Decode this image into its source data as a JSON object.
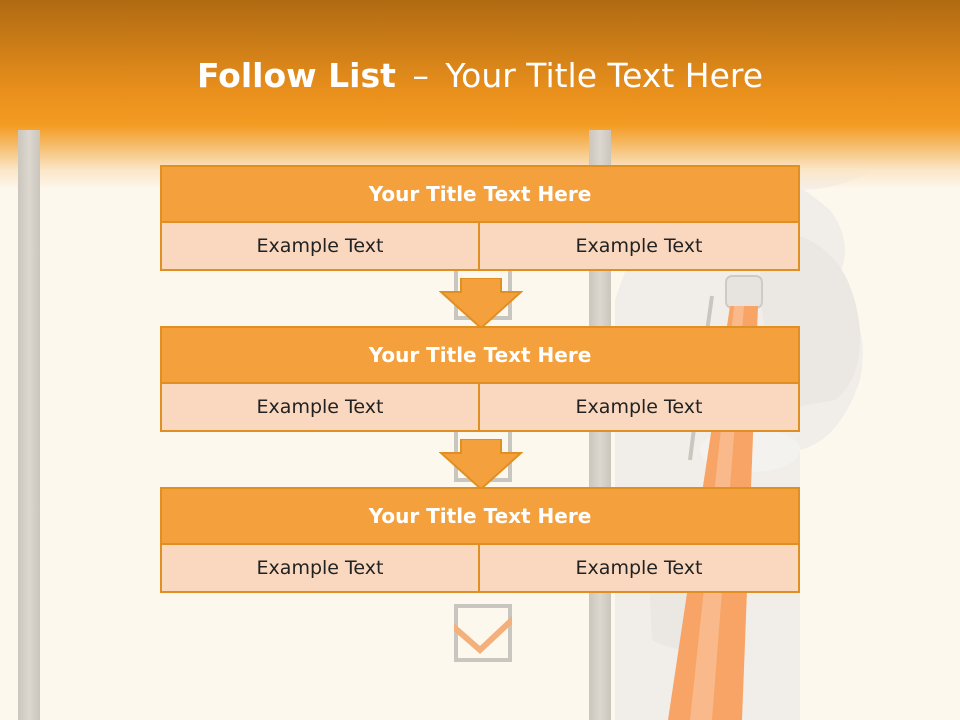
{
  "slide": {
    "title_bold": "Follow List",
    "title_sep": "–",
    "title_rest": "Your Title Text Here"
  },
  "blocks": [
    {
      "title": "Your Title Text Here",
      "left": "Example Text",
      "right": "Example Text"
    },
    {
      "title": "Your Title Text Here",
      "left": "Example Text",
      "right": "Example Text"
    },
    {
      "title": "Your Title Text Here",
      "left": "Example Text",
      "right": "Example Text"
    }
  ],
  "colors": {
    "header": "#f39b22",
    "block_title": "#f4a03c",
    "block_cell": "#f9d8bf",
    "border": "#e08f23",
    "background": "#fdf8ee"
  },
  "icons": [
    "checkbox-icon",
    "checkmark-icon",
    "down-arrow-icon"
  ]
}
